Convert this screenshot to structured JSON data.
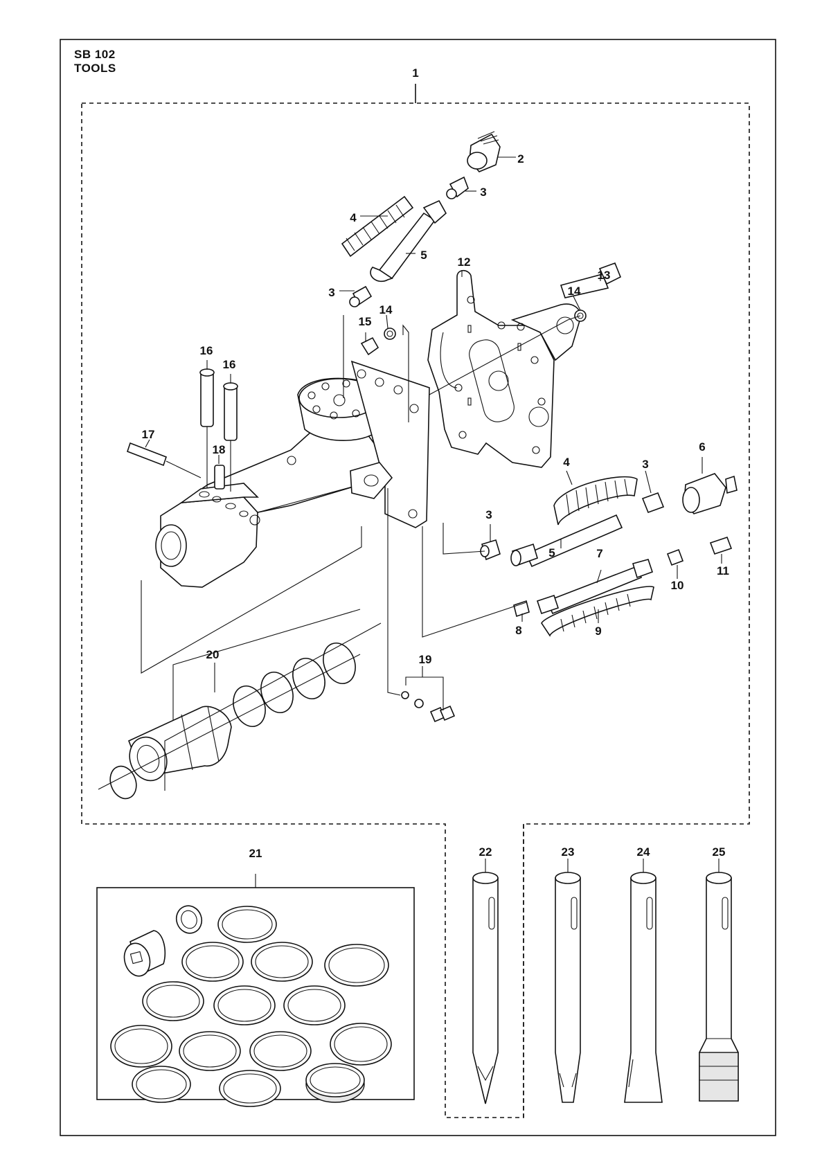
{
  "header": {
    "model": "SB 102",
    "title": "TOOLS"
  },
  "callouts": [
    "1",
    "2",
    "3",
    "4",
    "5",
    "6",
    "7",
    "8",
    "9",
    "10",
    "11",
    "12",
    "13",
    "14",
    "15",
    "16",
    "17",
    "18",
    "19",
    "20",
    "21",
    "22",
    "23",
    "24",
    "25"
  ]
}
